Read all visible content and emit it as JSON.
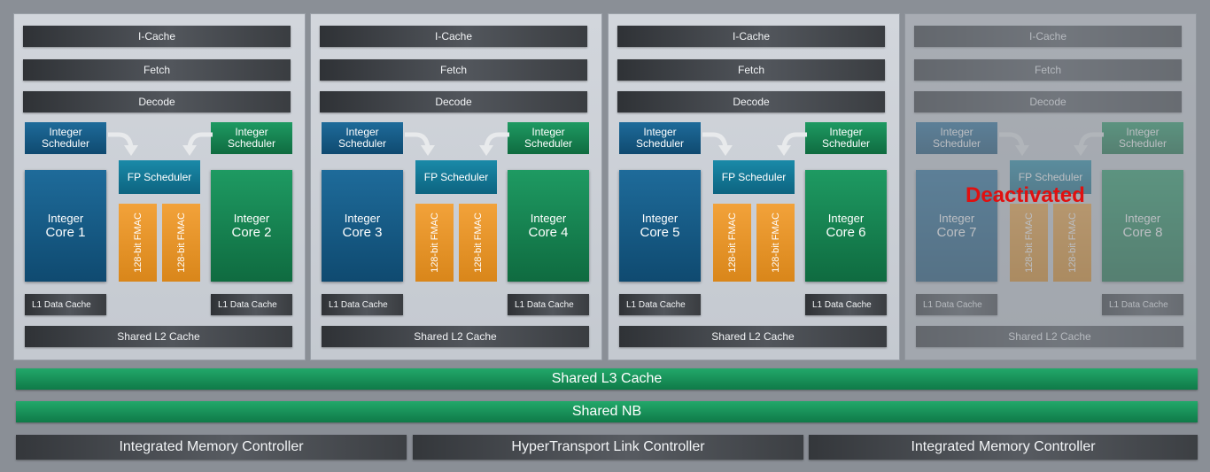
{
  "modules": [
    {
      "icache": "I-Cache",
      "fetch": "Fetch",
      "decode": "Decode",
      "sched_left": "Integer\nScheduler",
      "sched_right": "Integer\nScheduler",
      "fp_scheduler": "FP Scheduler",
      "core_left": {
        "line1": "Integer",
        "line2": "Core 1"
      },
      "core_right": {
        "line1": "Integer",
        "line2": "Core 2"
      },
      "fmac": [
        "128-bit FMAC",
        "128-bit FMAC"
      ],
      "l1_left": "L1 Data Cache",
      "l1_right": "L1 Data Cache",
      "l2": "Shared L2 Cache"
    },
    {
      "icache": "I-Cache",
      "fetch": "Fetch",
      "decode": "Decode",
      "sched_left": "Integer\nScheduler",
      "sched_right": "Integer\nScheduler",
      "fp_scheduler": "FP Scheduler",
      "core_left": {
        "line1": "Integer",
        "line2": "Core 3"
      },
      "core_right": {
        "line1": "Integer",
        "line2": "Core 4"
      },
      "fmac": [
        "128-bit FMAC",
        "128-bit FMAC"
      ],
      "l1_left": "L1 Data Cache",
      "l1_right": "L1 Data Cache",
      "l2": "Shared L2 Cache"
    },
    {
      "icache": "I-Cache",
      "fetch": "Fetch",
      "decode": "Decode",
      "sched_left": "Integer\nScheduler",
      "sched_right": "Integer\nScheduler",
      "fp_scheduler": "FP Scheduler",
      "core_left": {
        "line1": "Integer",
        "line2": "Core 5"
      },
      "core_right": {
        "line1": "Integer",
        "line2": "Core 6"
      },
      "fmac": [
        "128-bit FMAC",
        "128-bit FMAC"
      ],
      "l1_left": "L1 Data Cache",
      "l1_right": "L1 Data Cache",
      "l2": "Shared L2 Cache"
    },
    {
      "icache": "I-Cache",
      "fetch": "Fetch",
      "decode": "Decode",
      "sched_left": "Integer\nScheduler",
      "sched_right": "Integer\nScheduler",
      "fp_scheduler": "FP Scheduler",
      "core_left": {
        "line1": "Integer",
        "line2": "Core 7"
      },
      "core_right": {
        "line1": "Integer",
        "line2": "Core 8"
      },
      "fmac": [
        "128-bit FMAC",
        "128-bit FMAC"
      ],
      "l1_left": "L1 Data Cache",
      "l1_right": "L1 Data Cache",
      "l2": "Shared L2 Cache"
    }
  ],
  "deactivated_label": "Deactivated",
  "shared_l3": "Shared L3 Cache",
  "shared_nb": "Shared NB",
  "controllers": [
    "Integrated Memory Controller",
    "HyperTransport Link Controller",
    "Integrated Memory Controller"
  ],
  "colors": {
    "background": "#8a8f96",
    "integer_blue": "#0f4a70",
    "integer_green": "#0f6b40",
    "fmac_orange": "#e0901f",
    "deactivated_red": "#e01010"
  }
}
